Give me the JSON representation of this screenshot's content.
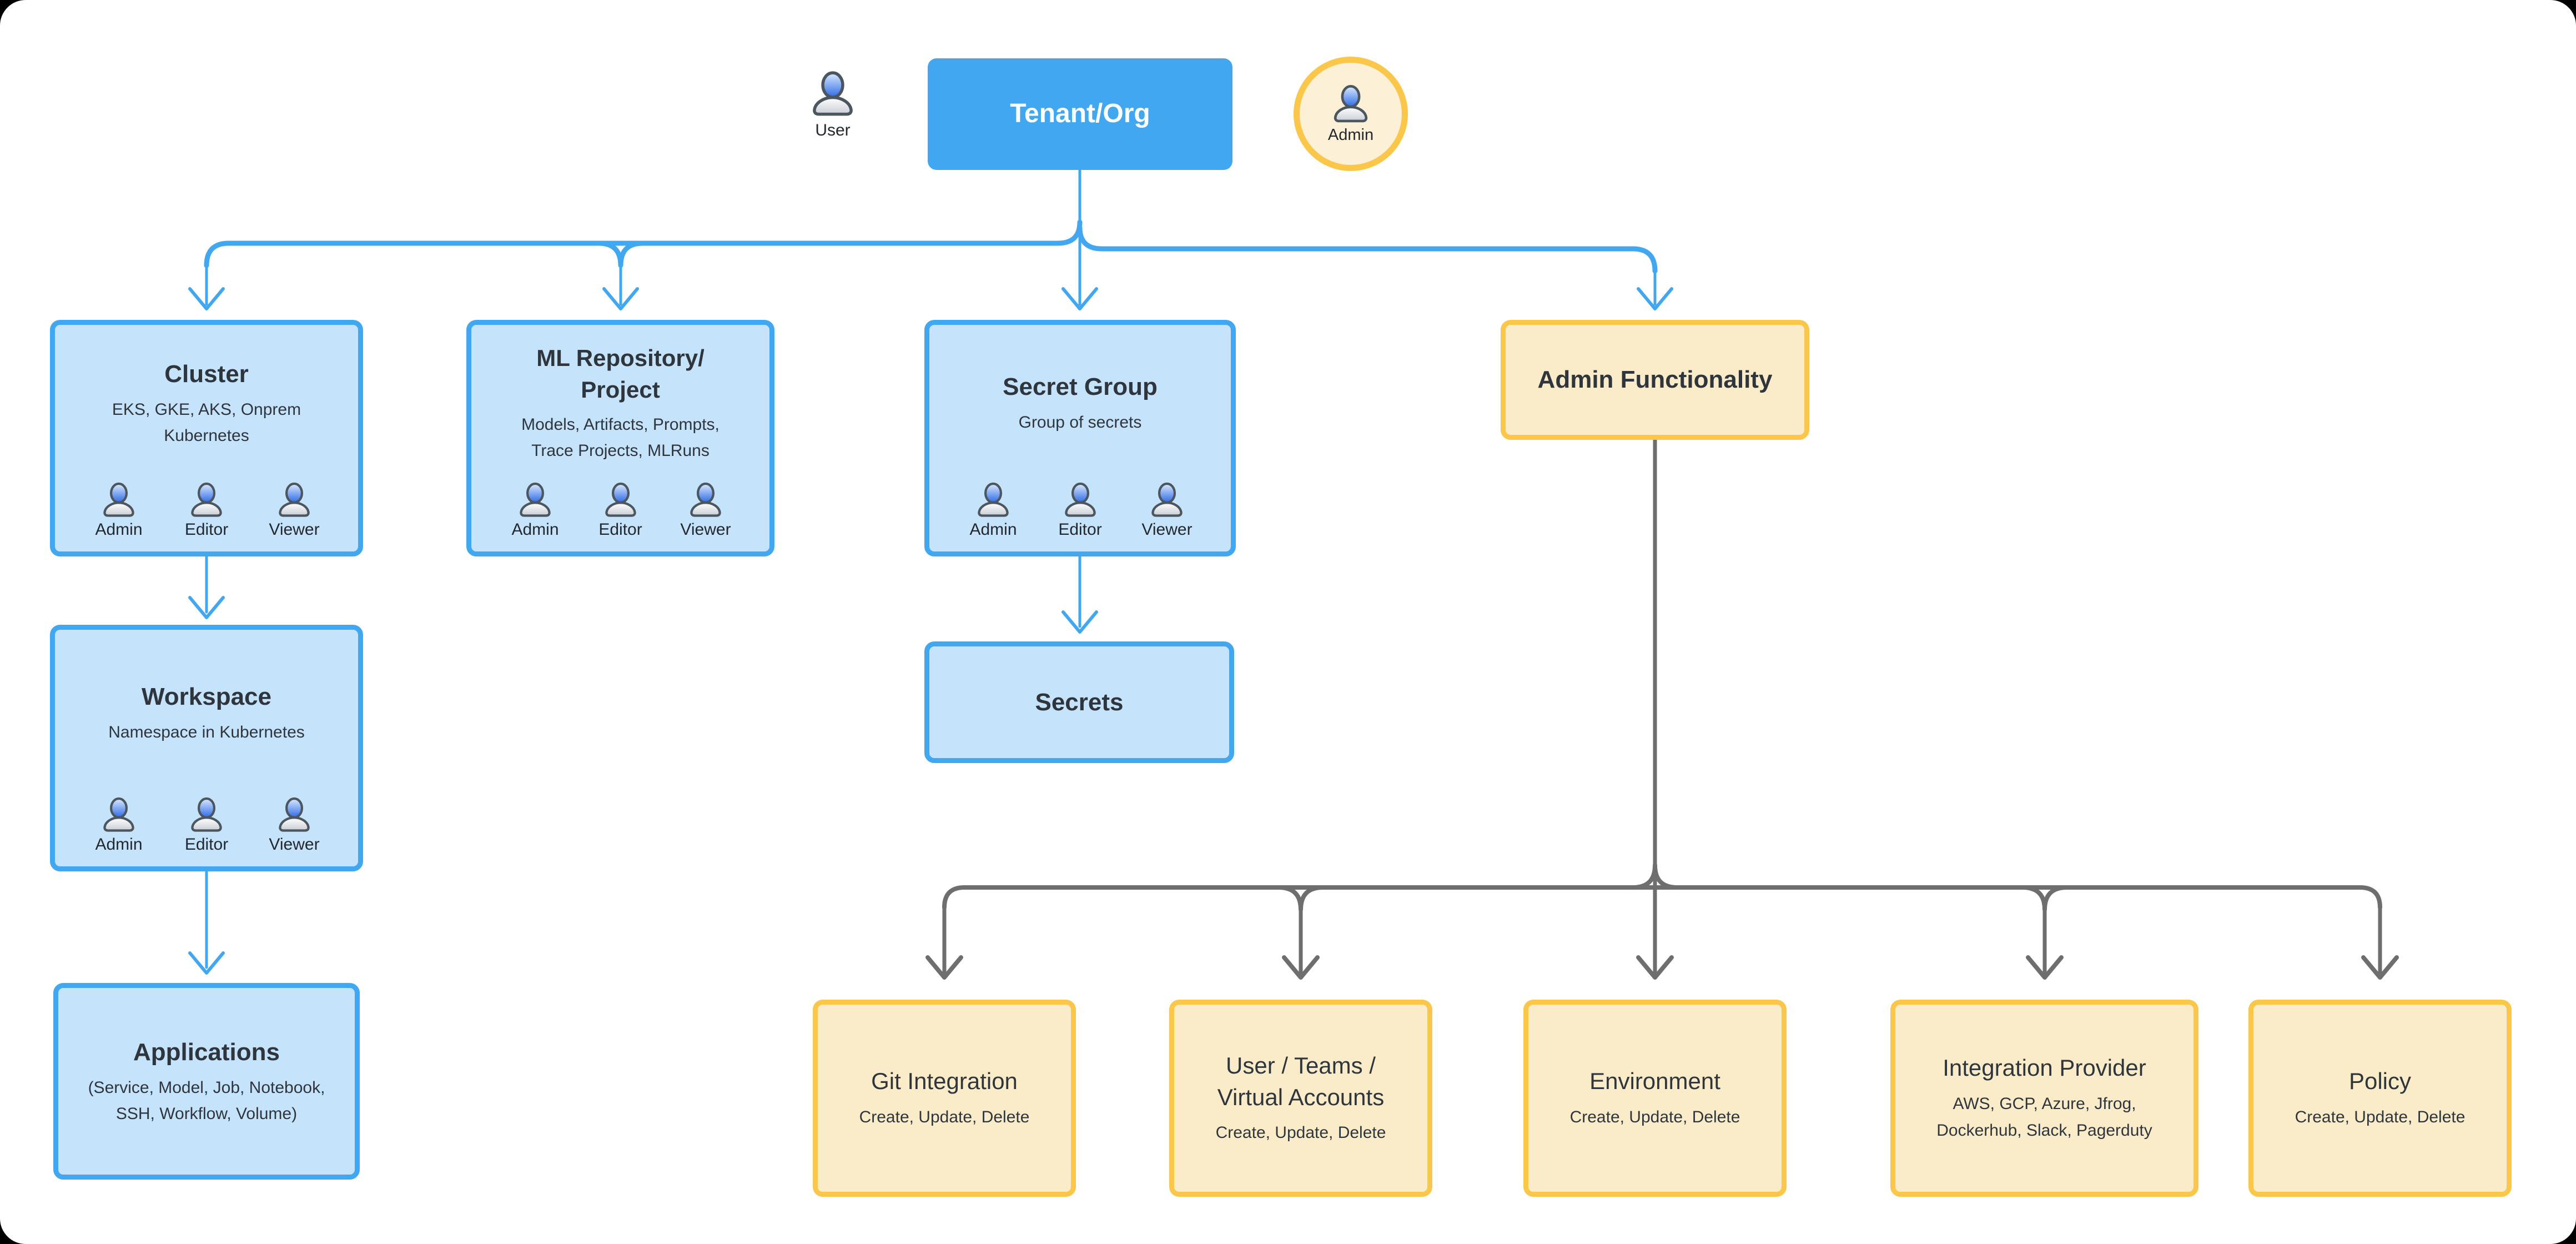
{
  "palette": {
    "connector_blue": "#41a7f0",
    "connector_gray": "#6e6e6e",
    "node_blue_fill": "#c5e3fb",
    "node_blue_border": "#41a7f0",
    "node_yellow_fill": "#fbecc9",
    "node_yellow_border": "#fbc74b",
    "tenant_fill": "#41a7f0",
    "title_text": "#2f353c",
    "tenant_text": "#ffffff"
  },
  "top": {
    "user_label": "User",
    "tenant_title": "Tenant/Org",
    "admin_label": "Admin"
  },
  "roles": [
    "Admin",
    "Editor",
    "Viewer"
  ],
  "nodes": {
    "cluster": {
      "title": "Cluster",
      "subtitle": "EKS, GKE, AKS, Onprem\nKubernetes"
    },
    "ml_repository": {
      "title": "ML Repository/\nProject",
      "subtitle": "Models, Artifacts, Prompts,\nTrace Projects, MLRuns"
    },
    "secret_group": {
      "title": "Secret Group",
      "subtitle": "Group of secrets"
    },
    "admin_functionality": {
      "title": "Admin Functionality"
    },
    "workspace": {
      "title": "Workspace",
      "subtitle": "Namespace in Kubernetes"
    },
    "applications": {
      "title": "Applications",
      "subtitle": "(Service, Model, Job, Notebook,\nSSH, Workflow,  Volume)"
    },
    "secrets": {
      "title": "Secrets"
    },
    "git_integration": {
      "title": "Git Integration",
      "subtitle": "Create, Update, Delete"
    },
    "user_teams": {
      "title": "User / Teams /\nVirtual Accounts",
      "subtitle": "Create, Update, Delete"
    },
    "environment": {
      "title": "Environment",
      "subtitle": "Create, Update, Delete"
    },
    "integration_provider": {
      "title": "Integration Provider",
      "subtitle": "AWS, GCP, Azure, Jfrog,\nDockerhub, Slack, Pagerduty"
    },
    "policy": {
      "title": "Policy",
      "subtitle": "Create, Update, Delete"
    }
  }
}
